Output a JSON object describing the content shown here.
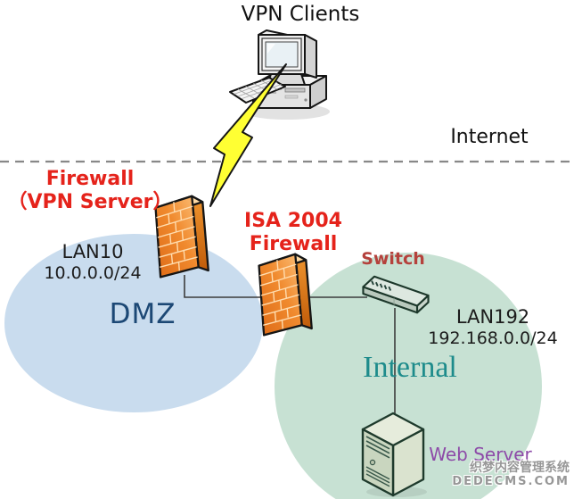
{
  "diagram": {
    "zones": {
      "internet_label": "Internet",
      "dmz": {
        "lan": "LAN10",
        "subnet": "10.0.0.0/24",
        "name": "DMZ",
        "fill": "#c9dcee"
      },
      "internal": {
        "lan": "LAN192",
        "subnet": "192.168.0.0/24",
        "name": "Internal",
        "fill": "#c7e1d3"
      }
    },
    "nodes": {
      "vpn_clients": {
        "label": "VPN Clients",
        "icon": "desktop-computer-icon"
      },
      "vpn_firewall": {
        "label_line1": "Firewall",
        "label_line2": "（VPN Server）",
        "icon": "firewall-brick-wall-icon"
      },
      "isa_firewall": {
        "label_line1": "ISA 2004",
        "label_line2": "Firewall",
        "icon": "firewall-brick-wall-icon"
      },
      "switch": {
        "label": "Switch",
        "icon": "network-switch-icon"
      },
      "web_server": {
        "label": "Web Server",
        "icon": "server-tower-icon"
      }
    },
    "connections": [
      "vpn_clients -- lightning-bolt -- vpn_firewall",
      "vpn_firewall -- isa_firewall",
      "isa_firewall -- switch",
      "switch -- web_server"
    ],
    "watermark": {
      "line1": "织梦内容管理系统",
      "line2": "DEDECMS.COM"
    },
    "colors": {
      "red_label": "#e5231b",
      "switch_label": "#b5413c",
      "dmz_label": "#1c4875",
      "internal_label": "#1d8b8b",
      "web_server_label": "#8d4aa8",
      "firewall_orange": "#f08a2e",
      "lightning_yellow": "#ffff33",
      "internet_divider_gray": "#888888"
    }
  }
}
